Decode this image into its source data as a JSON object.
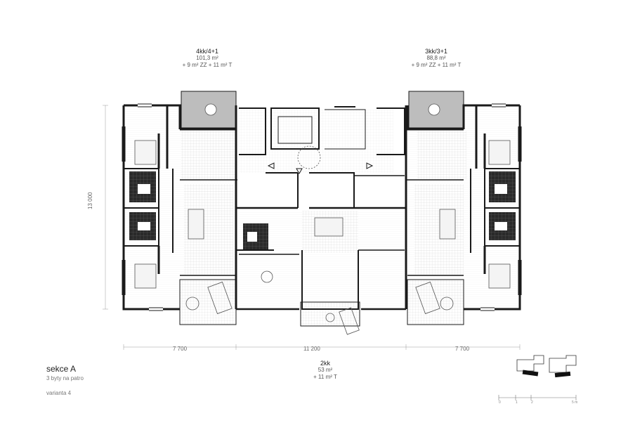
{
  "units": [
    {
      "name": "4kk/4+1",
      "area": "101,3 m²",
      "extra": "+ 9 m² ZZ + 11 m² T"
    },
    {
      "name": "3kk/3+1",
      "area": "88,8 m²",
      "extra": "+ 9 m² ZZ + 11 m² T"
    },
    {
      "name": "2kk",
      "area": "53 m²",
      "extra": "+ 11 m² T"
    }
  ],
  "dimensions": {
    "left": "7 700",
    "center": "11 200",
    "right": "7 700",
    "vertical": "13 000"
  },
  "section": {
    "title": "sekce A",
    "subtitle": "3 byty na patro",
    "variant": "varianta 4"
  },
  "scale": {
    "t0": "0",
    "t1": "1",
    "t2": "2",
    "t3": "5 m"
  },
  "colors": {
    "wall": "#1a1a1a",
    "terrace": "#bdbdbd",
    "wet": "#2a2a2a"
  }
}
